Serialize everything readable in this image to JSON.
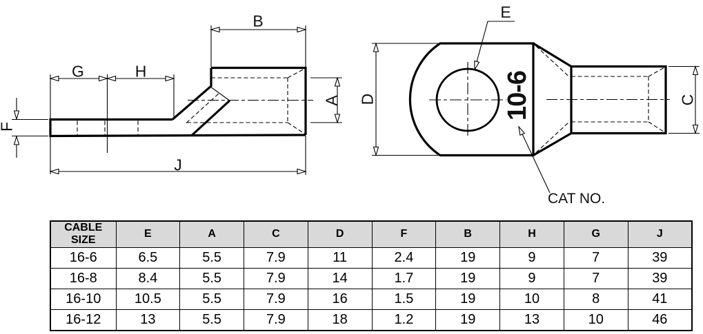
{
  "side_view": {
    "dim_labels": {
      "b": "B",
      "g": "G",
      "h": "H",
      "a": "A",
      "f": "F",
      "j": "J"
    }
  },
  "front_view": {
    "dim_labels": {
      "e": "E",
      "d": "D",
      "c": "C"
    },
    "part_marking": "10-6",
    "cat_no_label": "CAT NO."
  },
  "spec_table": {
    "headers": [
      "CABLE SIZE",
      "E",
      "A",
      "C",
      "D",
      "F",
      "B",
      "H",
      "G",
      "J"
    ],
    "rows": [
      [
        "16-6",
        "6.5",
        "5.5",
        "7.9",
        "11",
        "2.4",
        "19",
        "9",
        "7",
        "39"
      ],
      [
        "16-8",
        "8.4",
        "5.5",
        "7.9",
        "14",
        "1.7",
        "19",
        "9",
        "7",
        "39"
      ],
      [
        "16-10",
        "10.5",
        "5.5",
        "7.9",
        "16",
        "1.5",
        "19",
        "10",
        "8",
        "41"
      ],
      [
        "16-12",
        "13",
        "5.5",
        "7.9",
        "18",
        "1.2",
        "19",
        "13",
        "10",
        "46"
      ]
    ]
  },
  "colors": {
    "line": "#000000",
    "header_bg": "#d9d9d9",
    "background": "#ffffff"
  }
}
